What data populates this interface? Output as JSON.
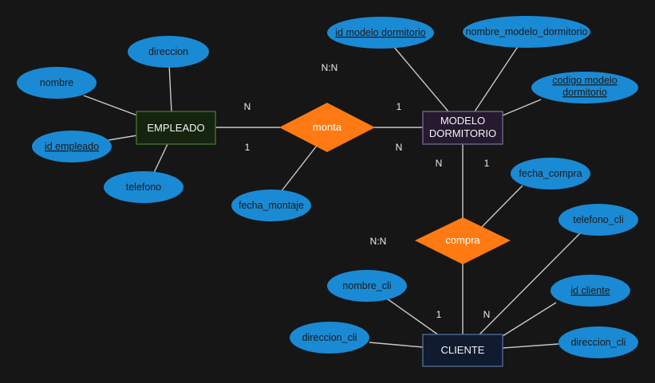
{
  "colors": {
    "background": "#161616",
    "attribute_fill": "#1a8ad4",
    "relationship_fill": "#ff7a12",
    "line": "#c9c9c9",
    "empleado_fill": "#15240f",
    "empleado_stroke": "#3e6b31",
    "modelo_fill": "#251a30",
    "modelo_stroke": "#6e5c82",
    "cliente_fill": "#101b30",
    "cliente_stroke": "#4a6488"
  },
  "entities": {
    "empleado": {
      "lines": [
        "EMPLEADO"
      ]
    },
    "modelo": {
      "lines": [
        "MODELO",
        "DORMITORIO"
      ]
    },
    "cliente": {
      "lines": [
        "CLIENTE"
      ]
    }
  },
  "relationships": {
    "monta": "monta",
    "compra": "compra"
  },
  "attributes": {
    "direccion": {
      "lines": [
        "direccion"
      ],
      "key": false
    },
    "nombre": {
      "lines": [
        "nombre"
      ],
      "key": false
    },
    "id_empleado": {
      "lines": [
        "id empleado"
      ],
      "key": true
    },
    "telefono": {
      "lines": [
        "telefono"
      ],
      "key": false
    },
    "fecha_montaje": {
      "lines": [
        "fecha_montaje"
      ],
      "key": false
    },
    "id_modelo": {
      "lines": [
        "id modelo dormitorio"
      ],
      "key": true
    },
    "nombre_modelo": {
      "lines": [
        "nombre_modelo_dormitorio"
      ],
      "key": false
    },
    "codigo_modelo": {
      "lines": [
        "codigo modelo",
        "dormitorio"
      ],
      "key": true
    },
    "fecha_compra": {
      "lines": [
        "fecha_compra"
      ],
      "key": false
    },
    "telefono_cli": {
      "lines": [
        "telefono_cli"
      ],
      "key": false
    },
    "nombre_cli": {
      "lines": [
        "nombre_cli"
      ],
      "key": false
    },
    "id_cliente": {
      "lines": [
        "id cliente"
      ],
      "key": true
    },
    "direccion_cli_left": {
      "lines": [
        "direccion_cli"
      ],
      "key": false
    },
    "direccion_cli_right": {
      "lines": [
        "direccion_cli"
      ],
      "key": false
    }
  },
  "cardinalities": {
    "nn_top": "N:N",
    "monta_emp_n": "N",
    "monta_emp_1": "1",
    "monta_mod_1": "1",
    "monta_mod_n": "N",
    "compra_mod_n": "N",
    "compra_mod_1": "1",
    "nn_bottom": "N:N",
    "compra_cli_1": "1",
    "compra_cli_n": "N"
  }
}
